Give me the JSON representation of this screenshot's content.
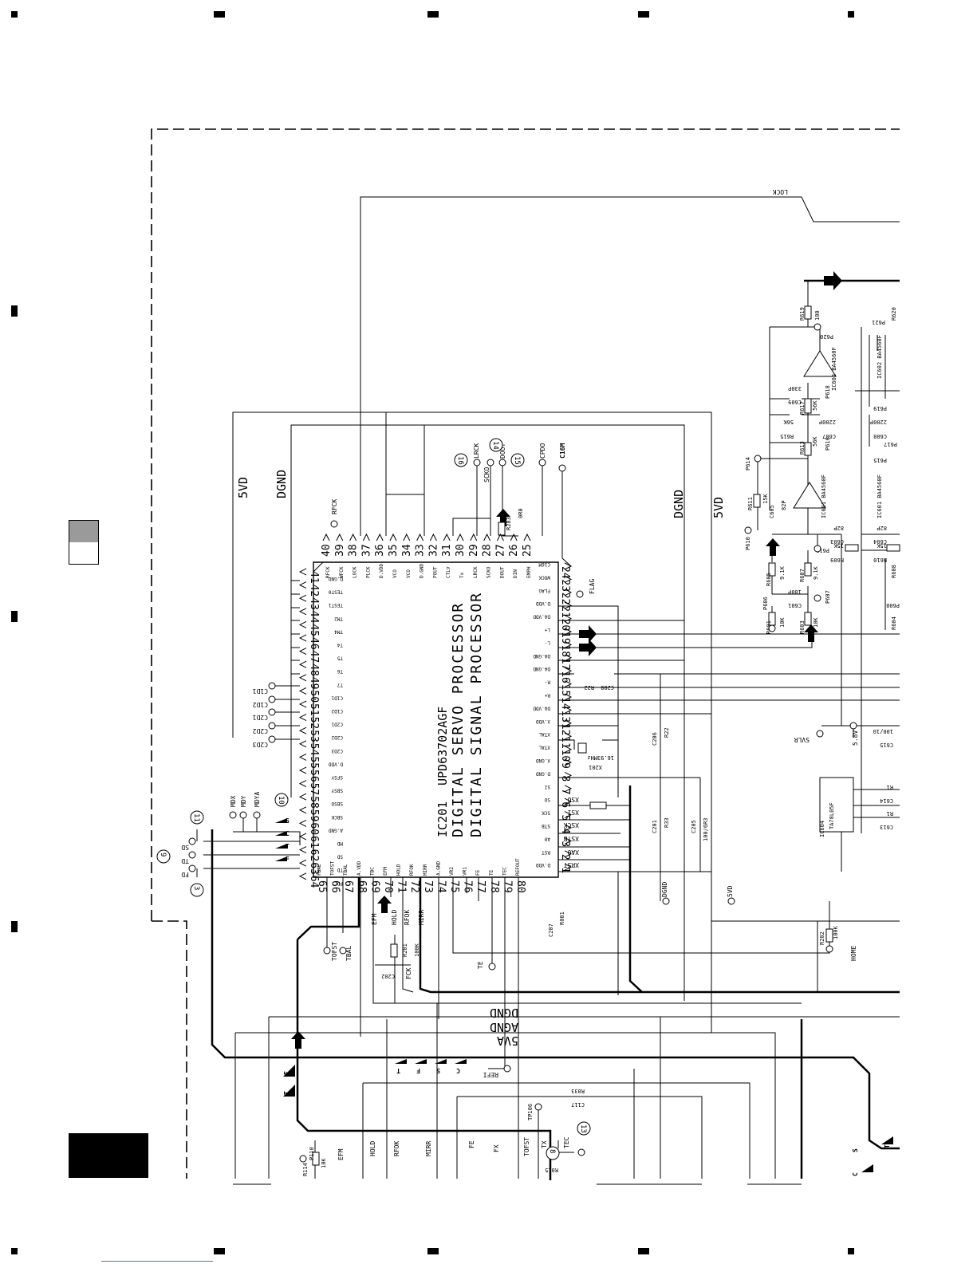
{
  "chip": {
    "ref": "IC201",
    "part": "UPD63702AGF",
    "title1": "DIGITAL SERVO PROCESSOR",
    "title2": "DIGITAL SIGNAL PROCESSOR"
  },
  "pins_top": [
    {
      "n": "40",
      "name": "RFCK"
    },
    {
      "n": "39",
      "name": "WFCK"
    },
    {
      "n": "38",
      "name": "LOCK"
    },
    {
      "n": "37",
      "name": "PLCK"
    },
    {
      "n": "36",
      "name": "D.VDD"
    },
    {
      "n": "35",
      "name": "VCO"
    },
    {
      "n": "34",
      "name": "VCO"
    },
    {
      "n": "33",
      "name": "D.GND"
    },
    {
      "n": "32",
      "name": "POUT"
    },
    {
      "n": "31",
      "name": "CTLV"
    },
    {
      "n": "30",
      "name": "Tx"
    },
    {
      "n": "29",
      "name": "LRCK"
    },
    {
      "n": "28",
      "name": "SCKO"
    },
    {
      "n": "27",
      "name": "DOUT"
    },
    {
      "n": "26",
      "name": "DIN"
    },
    {
      "n": "25",
      "name": "EMPH"
    }
  ],
  "pins_right": [
    {
      "n": "24",
      "name": "C16M"
    },
    {
      "n": "23",
      "name": "WOCK"
    },
    {
      "n": "22",
      "name": "FLAG"
    },
    {
      "n": "21",
      "name": "D.VDD"
    },
    {
      "n": "20",
      "name": "DA.VDD"
    },
    {
      "n": "19",
      "name": "L+"
    },
    {
      "n": "18",
      "name": "L-"
    },
    {
      "n": "17",
      "name": "DA.GND"
    },
    {
      "n": "16",
      "name": "DA.GND"
    },
    {
      "n": "15",
      "name": "R-"
    },
    {
      "n": "14",
      "name": "R+"
    },
    {
      "n": "13",
      "name": "DA.VDD"
    },
    {
      "n": "12",
      "name": "X.VDD"
    },
    {
      "n": "11",
      "name": "XTAL"
    },
    {
      "n": "10",
      "name": "XTAL"
    },
    {
      "n": "9",
      "name": "X.GND"
    },
    {
      "n": "8",
      "name": "D.GND"
    },
    {
      "n": "7",
      "name": "SI"
    },
    {
      "n": "6",
      "name": "SO"
    },
    {
      "n": "5",
      "name": "SCK"
    },
    {
      "n": "4",
      "name": "STB"
    },
    {
      "n": "3",
      "name": "A0"
    },
    {
      "n": "2",
      "name": "RST"
    },
    {
      "n": "1",
      "name": "D.VDD"
    }
  ],
  "pins_left": [
    {
      "n": "41",
      "name": "D.GND"
    },
    {
      "n": "42",
      "name": "TEST0"
    },
    {
      "n": "43",
      "name": "TEST1"
    },
    {
      "n": "44",
      "name": "TM2"
    },
    {
      "n": "45",
      "name": "TM4"
    },
    {
      "n": "46",
      "name": "T4"
    },
    {
      "n": "47",
      "name": "T5"
    },
    {
      "n": "48",
      "name": "T6"
    },
    {
      "n": "49",
      "name": "T7"
    },
    {
      "n": "50",
      "name": "C1D1"
    },
    {
      "n": "51",
      "name": "C1D2"
    },
    {
      "n": "52",
      "name": "C2D1"
    },
    {
      "n": "53",
      "name": "C2D2"
    },
    {
      "n": "54",
      "name": "C2D3"
    },
    {
      "n": "55",
      "name": "D.VDD"
    },
    {
      "n": "56",
      "name": "SFSY"
    },
    {
      "n": "57",
      "name": "SBSY"
    },
    {
      "n": "58",
      "name": "SBSO"
    },
    {
      "n": "59",
      "name": "SBCK"
    },
    {
      "n": "60",
      "name": "A.GND"
    },
    {
      "n": "61",
      "name": "MD"
    },
    {
      "n": "62",
      "name": "SD"
    },
    {
      "n": "63",
      "name": "TD"
    },
    {
      "n": "64",
      "name": "FD"
    }
  ],
  "pins_bottom": [
    {
      "n": "65",
      "name": "FBAL"
    },
    {
      "n": "66",
      "name": "TOFST"
    },
    {
      "n": "67",
      "name": "TBAL"
    },
    {
      "n": "68",
      "name": "A.VDD"
    },
    {
      "n": "69",
      "name": "TBC"
    },
    {
      "n": "70",
      "name": "EFM"
    },
    {
      "n": "71",
      "name": "HOLD"
    },
    {
      "n": "72",
      "name": "RFOK"
    },
    {
      "n": "73",
      "name": "MIRR"
    },
    {
      "n": "74",
      "name": "A.GND"
    },
    {
      "n": "75",
      "name": "VR2"
    },
    {
      "n": "76",
      "name": "VR1"
    },
    {
      "n": "77",
      "name": "FE"
    },
    {
      "n": "78",
      "name": "TE"
    },
    {
      "n": "79",
      "name": "TEC"
    },
    {
      "n": "80",
      "name": "REFOUT"
    }
  ],
  "power": {
    "v5d": "5VD",
    "dgnd": "DGND",
    "agnd": "AGND",
    "v5a": "5VA",
    "v58": "5.8V"
  },
  "signals": {
    "lock": "LOCK",
    "rfck": "RFCK",
    "lrck": "LRCK",
    "scko": "SCKO",
    "dout": "DOUT",
    "cpdo": "CPDO",
    "c16m": "C16M",
    "flag": "FLAG",
    "svlr": "SVLR",
    "home": "HOME",
    "refi": "REFI",
    "te": "TE",
    "tofst": "TOFST",
    "tbal": "TBAL",
    "efm": "EFM",
    "hold": "HOLD",
    "rfok": "RFOK",
    "mirr": "MIRR",
    "fe": "FE",
    "tec": "TEC",
    "fx": "FX",
    "tx": "TX",
    "fck": "FCK",
    "mdx": "MDX",
    "mdy": "MDY",
    "mdya": "MDYA",
    "md": "MD",
    "sd": "SD",
    "td": "TD",
    "fd": "FD",
    "c1d1": "C1D1",
    "c1d2": "C1D2",
    "c2d1": "C2D1",
    "c2d2": "C2D2",
    "c2d3": "C2D3",
    "xso": "XSO",
    "xsi": "XSI",
    "xsck": "XSCK",
    "xstb": "XSTB",
    "xa0": "XA0",
    "xrst": "XRST"
  },
  "drivers": {
    "s": "S",
    "c": "C",
    "t": "T",
    "f": "F"
  },
  "crystal": {
    "ref": "X201",
    "freq": "16.93MHz"
  },
  "regulator": {
    "ref": "IC604",
    "part": "TA78L05F"
  },
  "opamps": {
    "ic601": "IC601 BA4560F",
    "ic602": "IC602 BA4560F"
  },
  "components": {
    "r619": "R619",
    "r619v": "100",
    "p620": "P620",
    "p621": "P621",
    "r620": "R620",
    "c609": "C609",
    "c609v": "330P",
    "r617": "R617",
    "r617v": "56K",
    "p618": "P618",
    "r615": "R615",
    "r615v": "56K",
    "c607": "C607",
    "c607v": "2200P",
    "p616": "P616",
    "r613": "R613",
    "r613v": "56K",
    "p614": "P614",
    "r611": "R611",
    "r611v": "15K",
    "c605": "C605",
    "c605v": "82P",
    "p610": "P610",
    "p611": "P611",
    "c603": "C603",
    "c603v": "82P",
    "r609": "R609",
    "r609v": "15K",
    "r605": "R605",
    "r605v": "9.1K",
    "c601": "C601",
    "c601v": "180P",
    "r607": "R607",
    "r607v": "9.1K",
    "p606": "P606",
    "p607": "P607",
    "r601": "R601",
    "r601v": "10K",
    "r603": "R603",
    "r603v": "10K",
    "c608": "C608",
    "c608v": "2200P",
    "p619": "P619",
    "p617": "P617",
    "p615": "P615",
    "c604": "C604",
    "c604v": "82P",
    "r610": "R610",
    "r610v": "15K",
    "r608": "R608",
    "p608": "P608",
    "r604": "R604",
    "c615": "C615",
    "c615v": "100/10",
    "c614": "C614",
    "c613": "C613",
    "r1": "R1",
    "r283": "R283",
    "r283v": "0R0",
    "c208": "C208",
    "r22": "R22",
    "c206": "C206",
    "c201": "C201",
    "r33": "R33",
    "c205": "C205",
    "c205v": "100/6R3",
    "c207": "C207",
    "r001": "R001",
    "r202": "R202",
    "r202v": "100K",
    "r201": "R201",
    "r201v": "100K",
    "c202": "C202",
    "c117": "C117",
    "r033": "R033",
    "tp106": "TP106",
    "p110": "P110",
    "r114": "R114",
    "r114v": "10K",
    "r015": "R015"
  },
  "circles": [
    "16",
    "14",
    "15",
    "11",
    "9",
    "3",
    "10",
    "13",
    "8"
  ]
}
